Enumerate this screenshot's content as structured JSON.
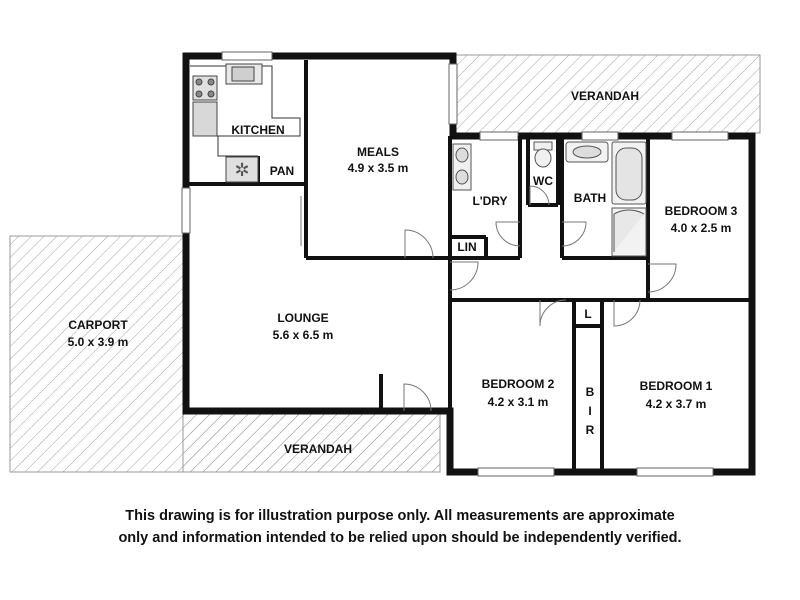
{
  "rooms": {
    "kitchen": {
      "name": "KITCHEN"
    },
    "pantry": {
      "name": "PAN"
    },
    "meals": {
      "name": "MEALS",
      "size": "4.9 x 3.5 m"
    },
    "laundry": {
      "name": "L'DRY"
    },
    "linen": {
      "name": "LIN"
    },
    "wc": {
      "name": "WC"
    },
    "bath": {
      "name": "BATH"
    },
    "bedroom3": {
      "name": "BEDROOM 3",
      "size": "4.0 x 2.5 m"
    },
    "lounge": {
      "name": "LOUNGE",
      "size": "5.6 x 6.5 m"
    },
    "carport": {
      "name": "CARPORT",
      "size": "5.0 x 3.9 m"
    },
    "bedroom2": {
      "name": "BEDROOM 2",
      "size": "4.2 x 3.1 m"
    },
    "bedroom1": {
      "name": "BEDROOM 1",
      "size": "4.2 x 3.7 m"
    },
    "linen_small": {
      "name": "L"
    },
    "bir": {
      "letters": [
        "B",
        "I",
        "R"
      ]
    },
    "verandah_top": {
      "name": "VERANDAH"
    },
    "verandah_bottom": {
      "name": "VERANDAH"
    }
  },
  "disclaimer": {
    "line1": "This drawing is for illustration purpose only. All measurements are approximate",
    "line2": "only and information intended to be relied upon should be independently verified."
  },
  "colors": {
    "wall": "#111111",
    "hatch": "#9a9a9a",
    "background": "#ffffff"
  }
}
